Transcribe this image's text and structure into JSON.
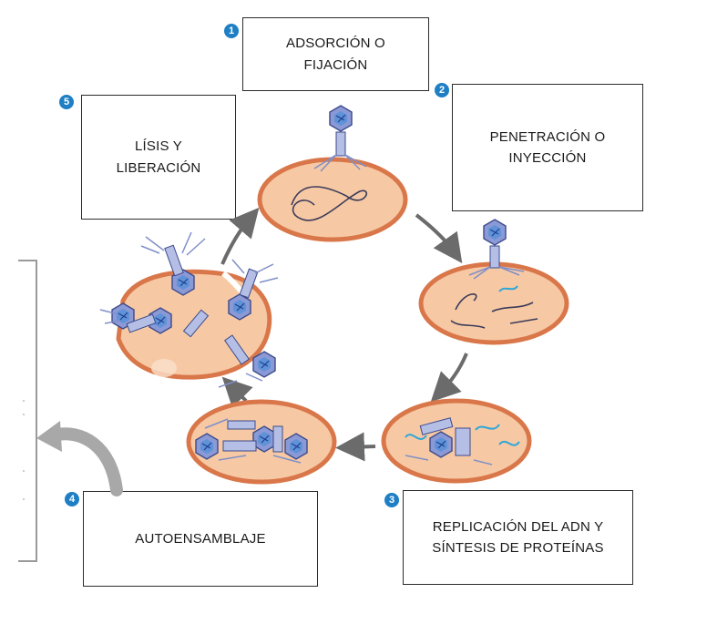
{
  "steps": [
    {
      "number": "1",
      "label": "ADSORCIÓN O\nFIJACIÓN"
    },
    {
      "number": "2",
      "label": "PENETRACIÓN O\nINYECCIÓN"
    },
    {
      "number": "3",
      "label": "REPLICACIÓN DEL ADN Y\nSÍNTESIS DE PROTEÍNAS"
    },
    {
      "number": "4",
      "label": "AUTOENSAMBLAJE"
    },
    {
      "number": "5",
      "label": "LÍSIS Y\nLIBERACIÓN"
    }
  ],
  "colors": {
    "cell_fill": "#f6c9a4",
    "cell_wall": "#d9774a",
    "phage": "#7f8fc8",
    "dna": "#3b3b5a",
    "viral_dna": "#2ea6d8",
    "arrow": "#6b6b6b",
    "badge": "#1e7fc4"
  }
}
